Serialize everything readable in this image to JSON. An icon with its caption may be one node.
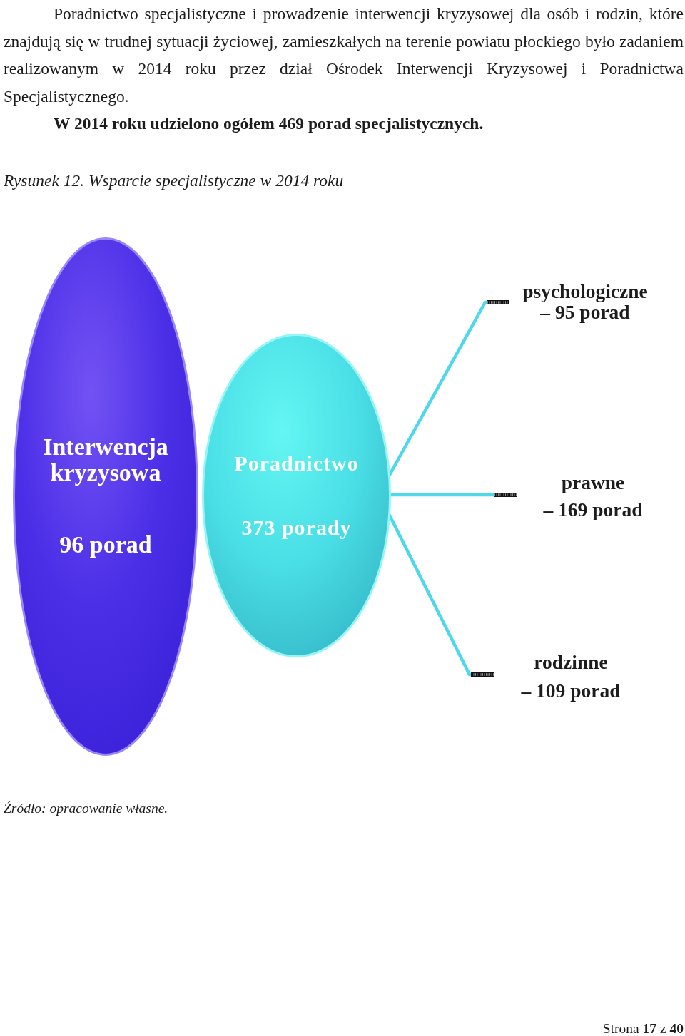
{
  "diagram": {
    "title": "Rysunek 12. Wsparcie specjalistyczne w 2014 roku",
    "caption": "Źródło: opracowanie własne.",
    "nodes": [
      {
        "text": [
          "Interwencja kryzysowa",
          "96 porad"
        ]
      },
      {
        "text": [
          "Poradnictwo",
          "373 porady"
        ]
      },
      {
        "text": [
          "psychologiczne",
          "– 95 porad"
        ]
      },
      {
        "text": [
          "prawne",
          "– 169 porad"
        ]
      },
      {
        "text": [
          "rodzinne",
          "– 109 porad"
        ]
      }
    ],
    "edges": [
      {
        "from": 1,
        "to": 2,
        "arrow": "other"
      },
      {
        "from": 1,
        "to": 3,
        "arrow": "other"
      },
      {
        "from": 1,
        "to": 4,
        "arrow": "other"
      }
    ],
    "labels": [
      "Poradnictwo specjalistyczne i prowadzenie interwencji kryzysowej dla osób i rodzin, które znajdują się w trudnej sytuacji życiowej, zamieszkałych na terenie powiatu płockiego było zadaniem realizowanym w 2014 roku przez dział Ośrodek Interwencji Kryzysowej i Poradnictwa Specjalistycznego.",
      "W 2014 roku udzielono ogółem 469 porad specjalistycznych.",
      "Strona **17** z **40**"
    ]
  }
}
